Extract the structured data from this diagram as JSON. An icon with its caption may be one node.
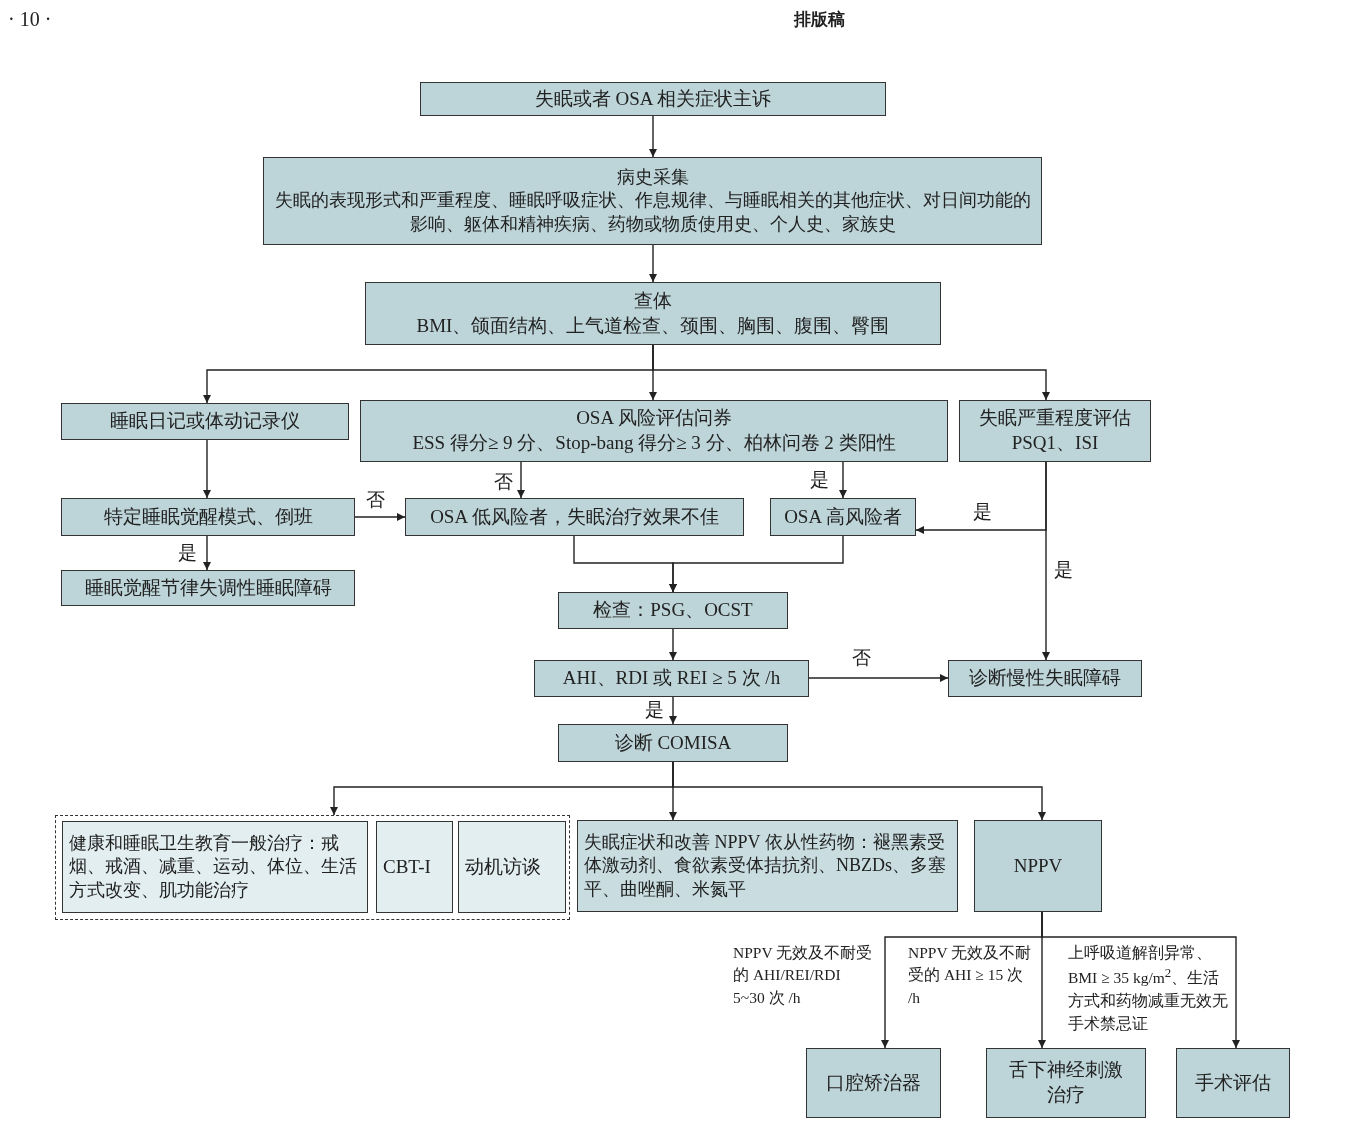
{
  "diagram": {
    "nodes": [
      {
        "text": [
          "失眠或者 OSA 相关症状主诉"
        ]
      },
      {
        "text": [
          "病史采集",
          "失眠的表现形式和严重程度、睡眠呼吸症状、作息规律、与睡眠相关的其他症状、对日间功能的影响、躯体和精神疾病、药物或物质使用史、个人史、家族史"
        ]
      },
      {
        "text": [
          "查体",
          "BMI、颌面结构、上气道检查、颈围、胸围、腹围、臀围"
        ]
      },
      {
        "text": [
          "睡眠日记或体动记录仪"
        ]
      },
      {
        "text": [
          "OSA 风险评估问券",
          "ESS 得分≥ 9 分、Stop-bang 得分≥ 3 分、柏林问卷 2 类阳性"
        ]
      },
      {
        "text": [
          "失眠严重程度评估",
          "PSQ1、ISI"
        ]
      },
      {
        "text": [
          "特定睡眠觉醒模式、倒班"
        ]
      },
      {
        "text": [
          "OSA 低风险者，失眠治疗效果不佳"
        ]
      },
      {
        "text": [
          "OSA 高风险者"
        ]
      },
      {
        "text": [
          "睡眠觉醒节律失调性睡眠障碍"
        ]
      },
      {
        "text": [
          "检查：PSG、OCST"
        ]
      },
      {
        "text": [
          "AHI、RDI 或 REI ≥ 5 次 /h"
        ]
      },
      {
        "text": [
          "诊断慢性失眠障碍"
        ]
      },
      {
        "text": [
          "诊断 COMISA"
        ]
      },
      {
        "text": [],
        "shape": "box"
      },
      {
        "text": [
          "健康和睡眠卫生教育一般治疗：戒烟、戒酒、减重、运动、体位、生活方式改变、肌功能治疗"
        ],
        "in": 14
      },
      {
        "text": [
          "CBT-I"
        ],
        "in": 14
      },
      {
        "text": [
          "动机访谈"
        ],
        "in": 14
      },
      {
        "text": [
          "失眠症状和改善 NPPV 依从性药物：褪黑素受体激动剂、食欲素受体拮抗剂、NBZDs、多塞平、曲唑酮、米氮平"
        ]
      },
      {
        "text": [
          "NPPV"
        ]
      },
      {
        "text": [
          "口腔矫治器"
        ]
      },
      {
        "text": [
          "舌下神经刺激治疗"
        ]
      },
      {
        "text": [
          "手术评估"
        ]
      }
    ],
    "edges": [
      {
        "from": 0,
        "to": 1,
        "arrow": "to"
      },
      {
        "from": 1,
        "to": 2,
        "arrow": "to"
      },
      {
        "from": 2,
        "to": 3,
        "arrow": "to"
      },
      {
        "from": 2,
        "to": 4,
        "arrow": "to"
      },
      {
        "from": 2,
        "to": 5,
        "arrow": "to"
      },
      {
        "from": 3,
        "to": 6,
        "arrow": "to"
      },
      {
        "from": 4,
        "to": 7,
        "arrow": "to",
        "label": "否"
      },
      {
        "from": 4,
        "to": 8,
        "arrow": "to",
        "label": "是"
      },
      {
        "from": 6,
        "to": 7,
        "arrow": "to",
        "label": "否"
      },
      {
        "from": 6,
        "to": 9,
        "arrow": "to",
        "label": "是"
      },
      {
        "from": 5,
        "to": 8,
        "arrow": "to",
        "label": "是"
      },
      {
        "from": 5,
        "to": 12,
        "arrow": "to",
        "label": "是"
      },
      {
        "from": 7,
        "to": 10,
        "arrow": "to"
      },
      {
        "from": 8,
        "to": 10,
        "arrow": "to"
      },
      {
        "from": 10,
        "to": 11,
        "arrow": "to"
      },
      {
        "from": 11,
        "to": 12,
        "arrow": "to",
        "label": "否"
      },
      {
        "from": 11,
        "to": 13,
        "arrow": "to",
        "label": "是"
      },
      {
        "from": 13,
        "to": 14,
        "arrow": "to"
      },
      {
        "from": 13,
        "to": 18,
        "arrow": "to"
      },
      {
        "from": 13,
        "to": 19,
        "arrow": "to"
      },
      {
        "from": 19,
        "to": 20,
        "arrow": "to",
        "label": "NPPV 无效及不耐受的 AHI/REI/RDI 5~30 次 /h"
      },
      {
        "from": 19,
        "to": 21,
        "arrow": "to",
        "label": "NPPV 无效及不耐受的 AHI ≥ 15 次 /h"
      },
      {
        "from": 19,
        "to": 22,
        "arrow": "to",
        "label": "上呼吸道解剖异常、BMI ≥ 35 kg/m$^{2}$、生活方式和药物减重无效无手术禁忌证"
      }
    ],
    "labels": [
      "· 10 ·",
      "排版稿"
    ]
  }
}
